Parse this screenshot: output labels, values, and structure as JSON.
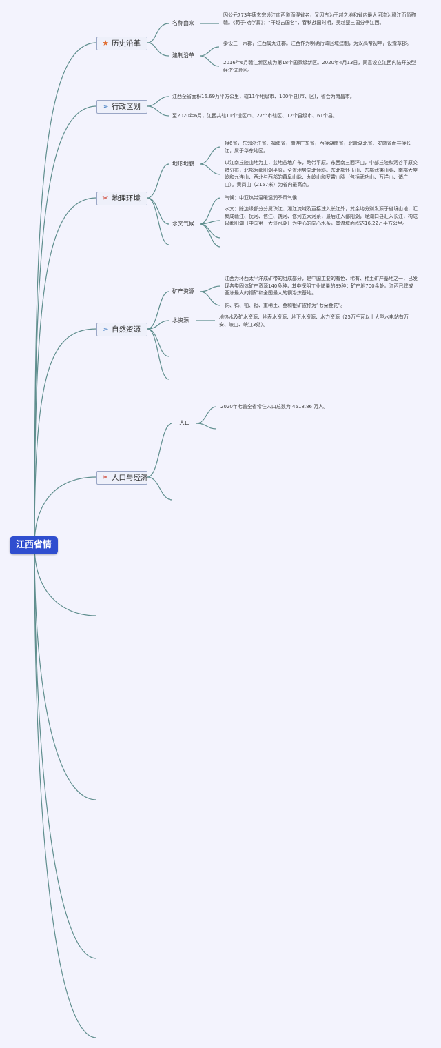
{
  "root": {
    "label": "江西省情"
  },
  "topics": [
    {
      "label": "历史沿革",
      "icon": "star-icon",
      "subs": [
        {
          "label": "名称由来",
          "leaves": [
            "因公元773年唐玄宗设江南西道而得省名，又因古为干越之地和省内最大河流为赣江而简称赣。《荀子·劝学篇》：“干越古国名”，春秋战国时期，吴越楚三国分争江西。"
          ]
        },
        {
          "label": "建制沿革",
          "leaves": [
            "秦设三十六郡，江西属九江郡。江西作为明确行政区域建制，为汉高帝初年，设豫章郡。",
            "2016年6月赣江新区成为第18个国家级新区。2020年4月13日，同意设立江西内陆开放型经济试验区。"
          ]
        }
      ]
    },
    {
      "label": "行政区划",
      "icon": "paper-plane-icon",
      "leaves": [
        "江西全省面积16.69万平方公里，辖11个地级市、100个县(市、区)，省会为南昌市。",
        "至2020年6月，江西共辖11个设区市、27个市辖区、12个县级市、61个县。"
      ]
    },
    {
      "label": "地理环境",
      "icon": "tools-icon",
      "subs": [
        {
          "label": "地形地貌",
          "leaves": [
            "接6省，东邻浙江省、福建省，南连广东省，西接湖南省，北毗湖北省、安徽省而共接长江，属于华东地区。",
            "以江南丘陵山地为主，盆地谷地广布，略带平原。东西南三面环山，中部丘陵和河谷平原交错分布，北部为鄱阳湖平原，全省地势向北倾斜。东北部怀玉山、东部武夷山脉、南部大庾岭和九连山、西北与西部的幕阜山脉、九岭山和罗霄山脉（包括武功山、万洋山、诸广山）。黄岗山（2157米）为省内最高点。"
          ]
        },
        {
          "label": "水文气候",
          "leaves": [
            "气候：中亚热带温暖湿润季风气候",
            "水文：除边缘部分分属珠江、湘江流域及直接注入长江外，其余均分别发源于省境山地，汇聚成赣江、抚河、信江、饶河、修河五大河系，最后注入鄱阳湖，经湖口县汇入长江，构成以鄱阳湖（中国第一大淡水湖）为中心的向心水系，其流域面积达16.22万平方公里。"
          ]
        }
      ]
    },
    {
      "label": "自然资源",
      "icon": "paper-plane-icon",
      "subs": [
        {
          "label": "矿产资源",
          "leaves": [
            "江西为环西太平洋成矿带的组成部分，是中国主要的有色、稀有、稀土矿产基地之一，已发现各类固体矿产资源140多种，其中探明工业储量的89种；矿产地700余处。江西已建成亚洲最大的铜矿和全国最大的铜冶炼基地。",
            "铜、钨、铀、钽、重稀土、金和银矿被称为“七朵金花”。"
          ]
        },
        {
          "label": "水资源",
          "leaves": [
            "地热水及矿水资源、地表水资源、地下水资源、水力资源（25万千瓦以上大型水电站有万安、峡山、峡江3处）。"
          ]
        }
      ]
    },
    {
      "label": "人口与经济",
      "icon": "tools-icon",
      "subs": [
        {
          "label": "人口",
          "leaves": [
            "2020年七普全省常住人口总数为 4518.86 万人。"
          ]
        }
      ]
    }
  ]
}
